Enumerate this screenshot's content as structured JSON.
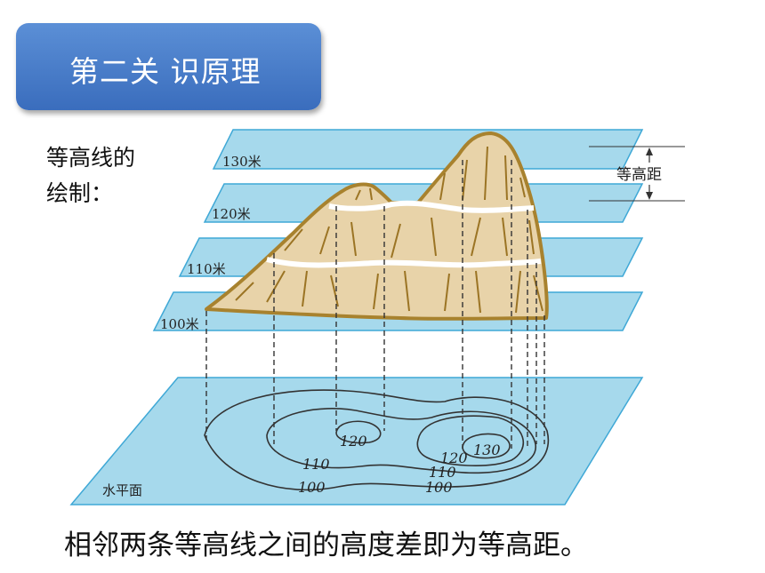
{
  "title": "第二关  识原理",
  "side_label": {
    "line1": "等高线的",
    "line2": "绘制："
  },
  "planes": [
    {
      "label": "130米"
    },
    {
      "label": "120米"
    },
    {
      "label": "110米"
    },
    {
      "label": "100米"
    },
    {
      "label": "水平面"
    }
  ],
  "interval_label": "等高距",
  "contour_labels": {
    "left_120": "120",
    "right_130": "130",
    "right_120": "120",
    "left_110": "110",
    "right_110": "110",
    "left_100": "100",
    "right_100": "100"
  },
  "caption": "相邻两条等高线之间的高度差即为等高距。",
  "colors": {
    "title_bg": "#3a6dbd",
    "plane_fill": "#a6d9ec",
    "plane_stroke": "#3fa8d6",
    "hill_fill": "#e8d3a9",
    "hill_stroke": "#a8822e"
  }
}
